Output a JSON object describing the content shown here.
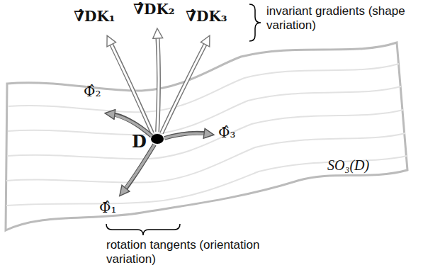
{
  "diagram": {
    "labels": [
      "∇̂DK₁",
      "∇̂DK₂",
      "∇̂DK₃",
      "invariant gradients (shape variation)",
      "Φ̂₂",
      "Φ̂₃",
      "D",
      "Φ̂₁",
      "SO₃(D)",
      "rotation tangents (orientation variation)"
    ]
  }
}
